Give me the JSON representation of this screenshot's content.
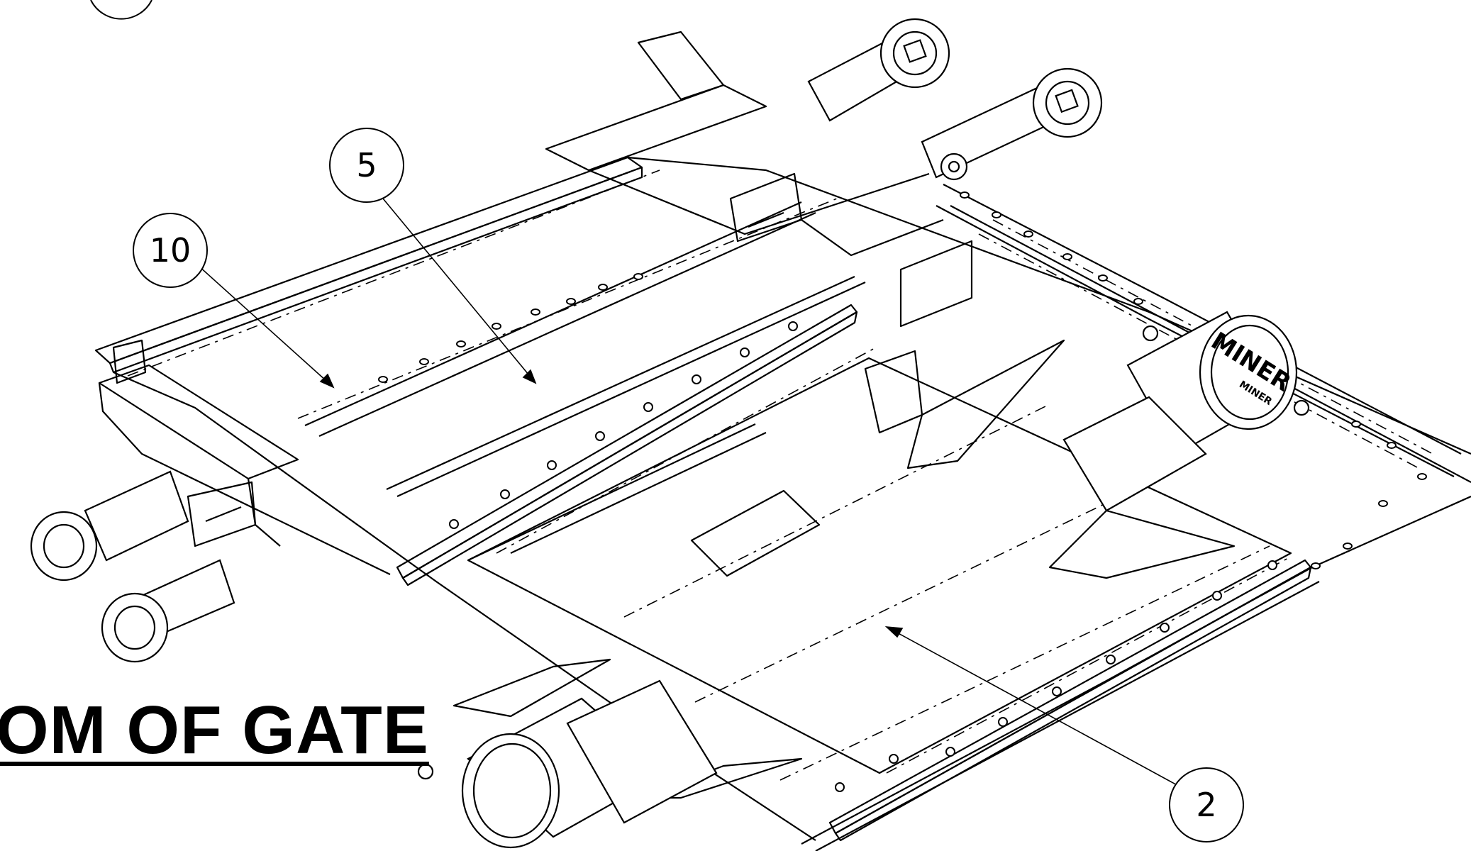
{
  "drawing": {
    "view_caption": "OM OF GATE",
    "balloons": [
      {
        "id": "balloon-5",
        "label": "5"
      },
      {
        "id": "balloon-10",
        "label": "10"
      },
      {
        "id": "balloon-2",
        "label": "2"
      }
    ],
    "logo": {
      "brand": "MINER",
      "model": "MINER"
    },
    "colors": {
      "line": "#000000",
      "background": "#ffffff"
    }
  }
}
